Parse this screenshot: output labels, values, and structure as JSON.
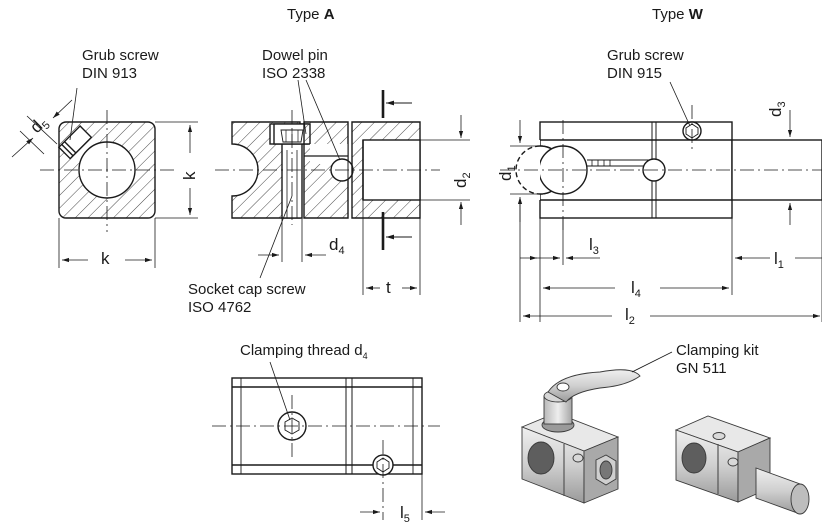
{
  "headings": {
    "type_a_prefix": "Type",
    "type_a_letter": "A",
    "type_w_prefix": "Type",
    "type_w_letter": "W"
  },
  "callouts": {
    "grub_screw_913_line1": "Grub screw",
    "grub_screw_913_line2": "DIN 913",
    "dowel_pin_line1": "Dowel pin",
    "dowel_pin_line2": "ISO 2338",
    "grub_screw_915_line1": "Grub screw",
    "grub_screw_915_line2": "DIN 915",
    "socket_cap_line1": "Socket cap screw",
    "socket_cap_line2": "ISO 4762",
    "clamping_thread": "Clamping thread d",
    "clamping_thread_sub": "4",
    "clamping_kit_line1": "Clamping kit",
    "clamping_kit_line2": "GN 511"
  },
  "dimensions": {
    "d5_base": "d",
    "d5_sub": "5",
    "k_vertical": "k",
    "k_horizontal": "k",
    "d4_base": "d",
    "d4_sub": "4",
    "d2_base": "d",
    "d2_sub": "2",
    "t": "t",
    "d1_base": "d",
    "d1_sub": "1",
    "d3_base": "d",
    "d3_sub": "3",
    "l3_base": "l",
    "l3_sub": "3",
    "l1_base": "l",
    "l1_sub": "1",
    "l4_base": "l",
    "l4_sub": "4",
    "l2_base": "l",
    "l2_sub": "2",
    "l5_base": "l",
    "l5_sub": "5"
  },
  "colors": {
    "line": "#1a1a1a",
    "part_fill": "#d9d9d9",
    "part_light": "#ececec",
    "part_dark": "#8f8f8f"
  }
}
